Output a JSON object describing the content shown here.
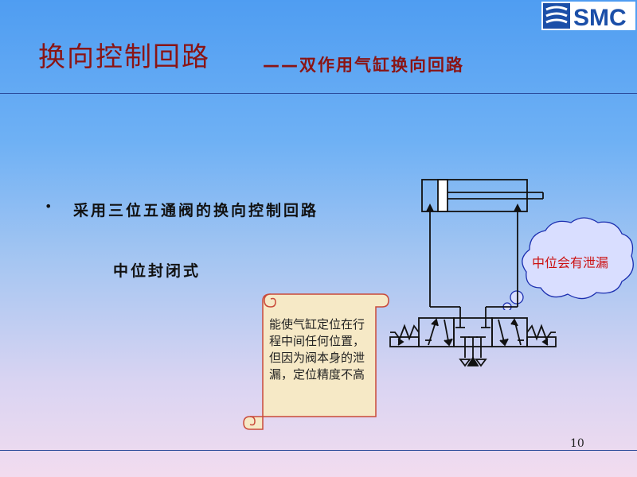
{
  "slide": {
    "title": "换向控制回路",
    "subtitle": "——双作用气缸换向回路",
    "bullet_symbol": "•",
    "bullet_text": "采用三位五通阀的换向控制回路",
    "sub_text": "中位封闭式",
    "scroll_note": "能使气缸定位在行程中间任何位置，但因为阀本身的泄漏，定位精度不高",
    "cloud_note": "中位会有泄漏",
    "page_number": "10"
  },
  "logo": {
    "text": "SMC",
    "colors": {
      "brand": "#1b4fa8"
    }
  },
  "colors": {
    "title": "#8a1414",
    "cloud_text": "#cc1111",
    "scroll_fill": "#f6e9c6",
    "cloud_fill": "#d9deff"
  }
}
